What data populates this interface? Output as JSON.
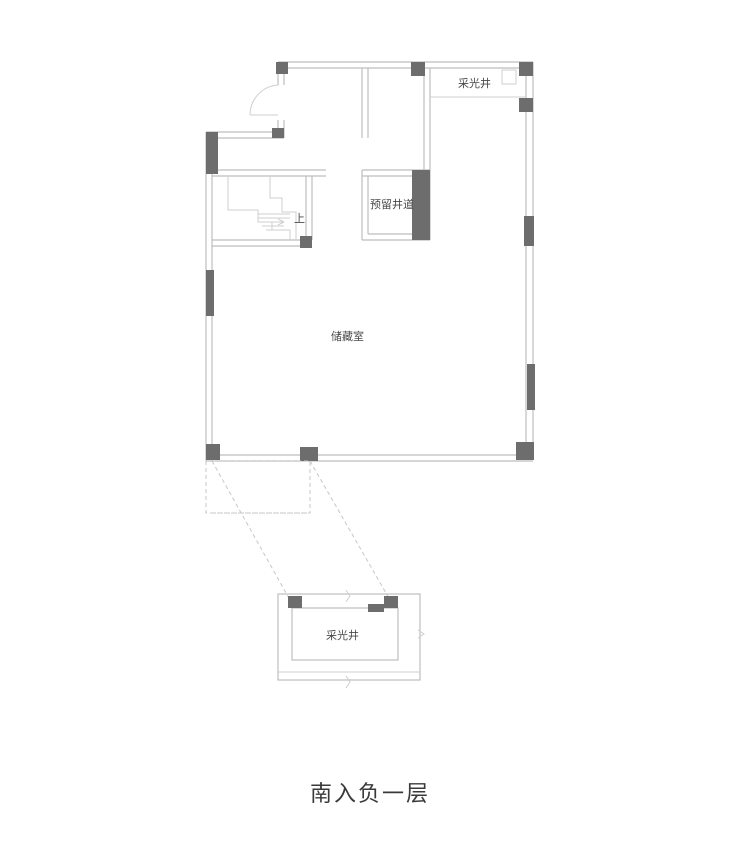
{
  "rooms": {
    "lightwell_top": "采光井",
    "reserved_shaft": "预留井道",
    "storage": "储藏室",
    "lightwell_bottom": "采光井"
  },
  "stair_label": "上",
  "caption": "南入负一层"
}
